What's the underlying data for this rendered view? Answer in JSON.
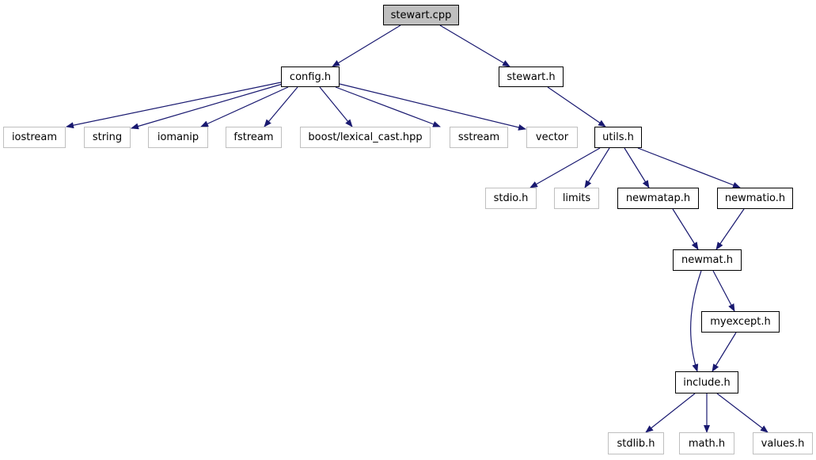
{
  "diagram": {
    "colors": {
      "edge": "#191970",
      "local_border": "#000000",
      "system_border": "#bfbfbf",
      "root_fill": "#bfbfbf"
    },
    "nodes": [
      {
        "id": "stewart_cpp",
        "label": "stewart.cpp",
        "kind": "root"
      },
      {
        "id": "config_h",
        "label": "config.h",
        "kind": "local"
      },
      {
        "id": "stewart_h",
        "label": "stewart.h",
        "kind": "local"
      },
      {
        "id": "iostream",
        "label": "iostream",
        "kind": "system"
      },
      {
        "id": "string",
        "label": "string",
        "kind": "system"
      },
      {
        "id": "iomanip",
        "label": "iomanip",
        "kind": "system"
      },
      {
        "id": "fstream",
        "label": "fstream",
        "kind": "system"
      },
      {
        "id": "boost_lexical_cast",
        "label": "boost/lexical_cast.hpp",
        "kind": "system"
      },
      {
        "id": "sstream",
        "label": "sstream",
        "kind": "system"
      },
      {
        "id": "vector",
        "label": "vector",
        "kind": "system"
      },
      {
        "id": "utils_h",
        "label": "utils.h",
        "kind": "local"
      },
      {
        "id": "stdio_h",
        "label": "stdio.h",
        "kind": "system"
      },
      {
        "id": "limits",
        "label": "limits",
        "kind": "system"
      },
      {
        "id": "newmatap_h",
        "label": "newmatap.h",
        "kind": "local"
      },
      {
        "id": "newmatio_h",
        "label": "newmatio.h",
        "kind": "local"
      },
      {
        "id": "newmat_h",
        "label": "newmat.h",
        "kind": "local"
      },
      {
        "id": "myexcept_h",
        "label": "myexcept.h",
        "kind": "local"
      },
      {
        "id": "include_h",
        "label": "include.h",
        "kind": "local"
      },
      {
        "id": "stdlib_h",
        "label": "stdlib.h",
        "kind": "system"
      },
      {
        "id": "math_h",
        "label": "math.h",
        "kind": "system"
      },
      {
        "id": "values_h",
        "label": "values.h",
        "kind": "system"
      }
    ],
    "edges": [
      {
        "from": "stewart_cpp",
        "to": "config_h"
      },
      {
        "from": "stewart_cpp",
        "to": "stewart_h"
      },
      {
        "from": "config_h",
        "to": "iostream"
      },
      {
        "from": "config_h",
        "to": "string"
      },
      {
        "from": "config_h",
        "to": "iomanip"
      },
      {
        "from": "config_h",
        "to": "fstream"
      },
      {
        "from": "config_h",
        "to": "boost_lexical_cast"
      },
      {
        "from": "config_h",
        "to": "sstream"
      },
      {
        "from": "config_h",
        "to": "vector"
      },
      {
        "from": "stewart_h",
        "to": "utils_h"
      },
      {
        "from": "utils_h",
        "to": "stdio_h"
      },
      {
        "from": "utils_h",
        "to": "limits"
      },
      {
        "from": "utils_h",
        "to": "newmatap_h"
      },
      {
        "from": "utils_h",
        "to": "newmatio_h"
      },
      {
        "from": "newmatap_h",
        "to": "newmat_h"
      },
      {
        "from": "newmatio_h",
        "to": "newmat_h"
      },
      {
        "from": "newmat_h",
        "to": "myexcept_h"
      },
      {
        "from": "newmat_h",
        "to": "include_h"
      },
      {
        "from": "myexcept_h",
        "to": "include_h"
      },
      {
        "from": "include_h",
        "to": "stdlib_h"
      },
      {
        "from": "include_h",
        "to": "math_h"
      },
      {
        "from": "include_h",
        "to": "values_h"
      }
    ]
  }
}
